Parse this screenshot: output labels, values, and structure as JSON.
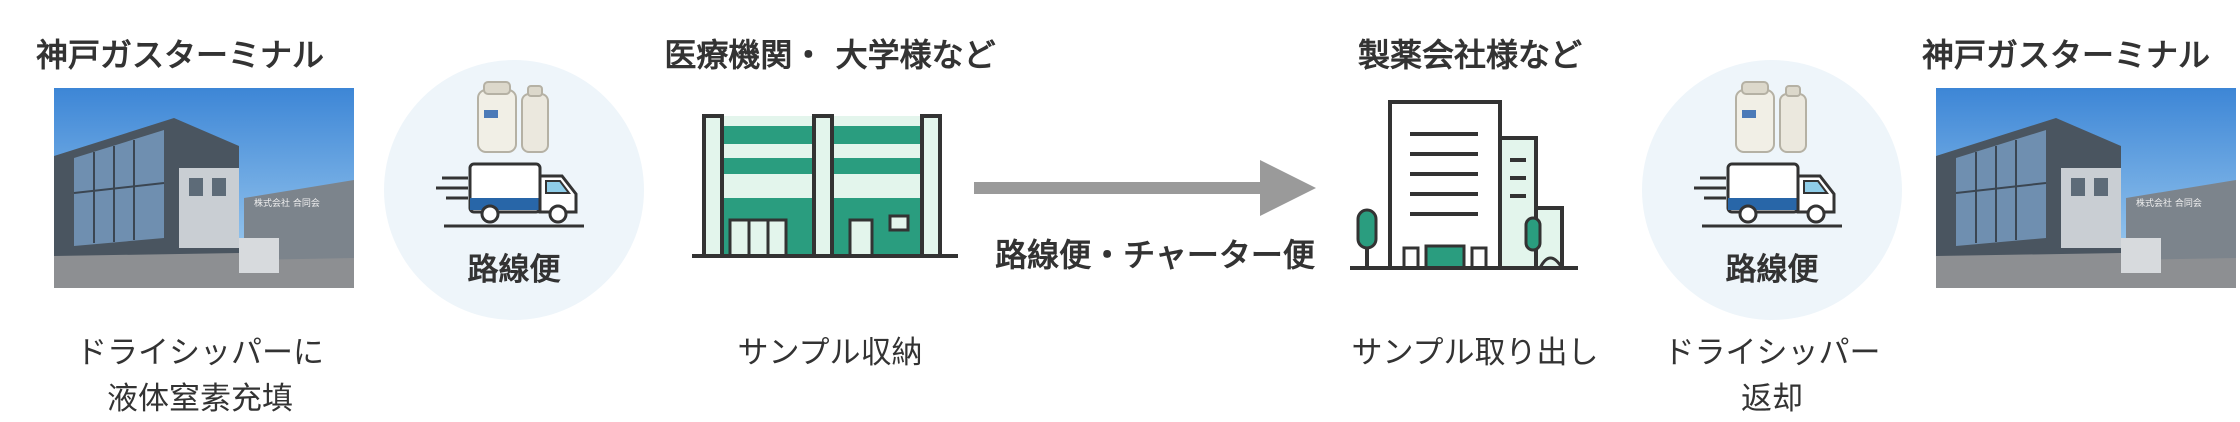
{
  "nodes": [
    {
      "title": "神戸ガスターミナル",
      "caption_lines": [
        "ドライシッパーに",
        "液体窒素充填"
      ]
    },
    {
      "transport": "路線便"
    },
    {
      "title": "医療機関・ 大学様など",
      "caption_lines": [
        "サンプル収納"
      ]
    },
    {
      "arrow_label": "路線便・チャーター便"
    },
    {
      "title": "製薬会社様など",
      "caption_lines": [
        "サンプル取り出し"
      ]
    },
    {
      "transport": "路線便",
      "caption_lines": [
        "ドライシッパー",
        "返却"
      ]
    },
    {
      "title": "神戸ガスターミナル"
    }
  ],
  "photo_sign_text": "株式会社 合同会",
  "icons": [
    "building-photo",
    "dewar-icon",
    "delivery-truck-icon",
    "hospital-building-icon",
    "right-arrow",
    "office-building-icon"
  ],
  "colors": {
    "teal": "#2a9d7f",
    "light_green": "#e3f5ec",
    "dark_outline": "#333333",
    "arrow_gray": "#9a9a9a",
    "circle_bg": "#eef5fa",
    "truck_blue": "#2866a8"
  }
}
